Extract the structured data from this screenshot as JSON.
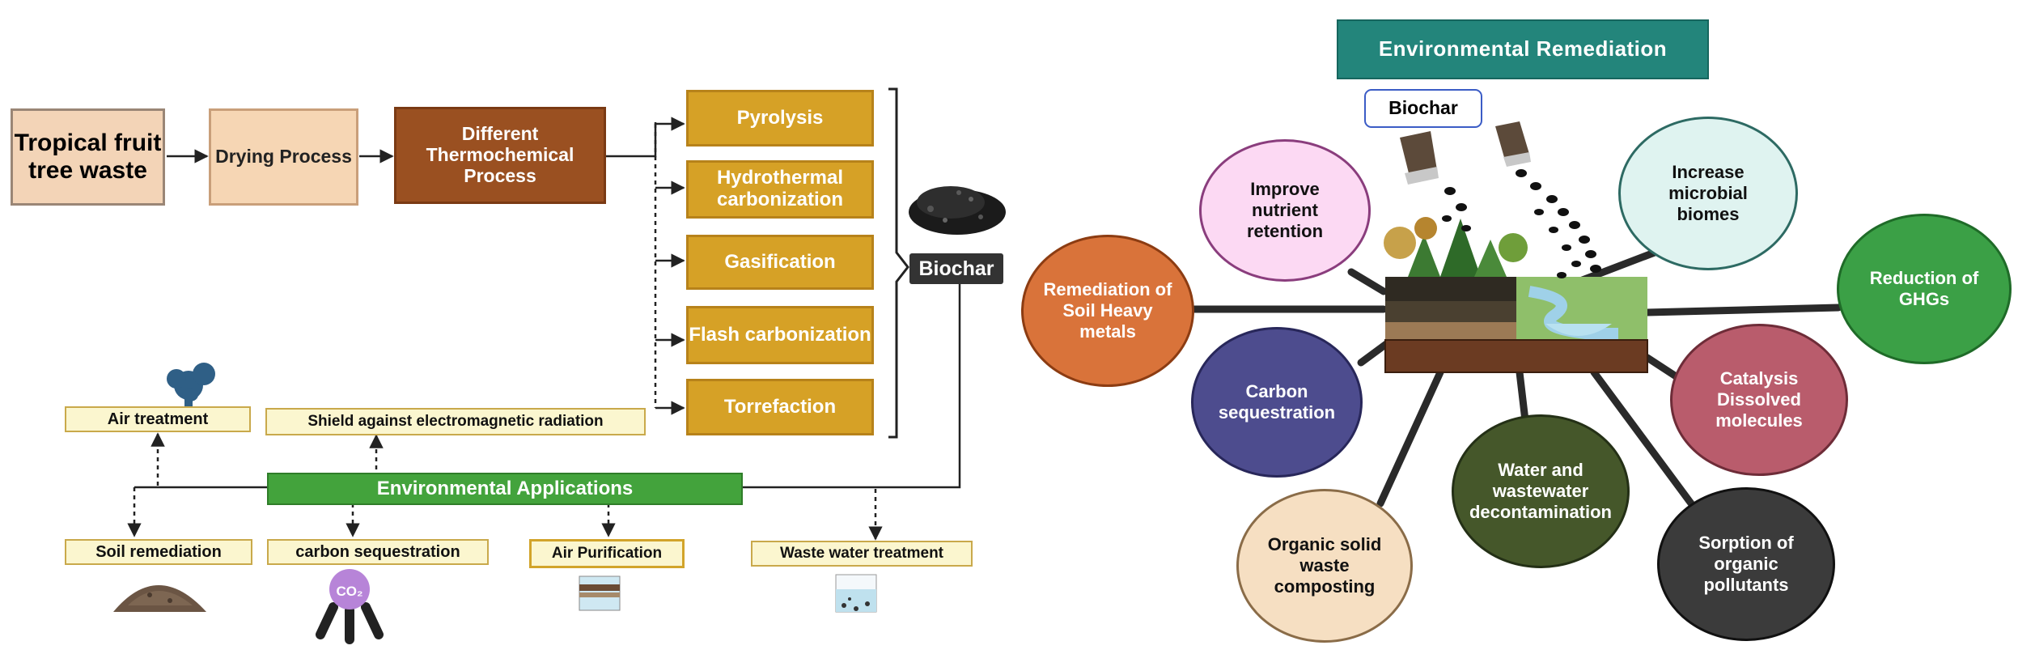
{
  "flow": {
    "source": "Tropical fruit tree waste",
    "drying": "Drying Process",
    "thermo": "Different Thermochemical Process",
    "processes": [
      "Pyrolysis",
      "Hydrothermal carbonization",
      "Gasification",
      "Flash carbonization",
      "Torrefaction"
    ],
    "biochar": "Biochar"
  },
  "applications": {
    "title": "Environmental Applications",
    "air_treatment": "Air treatment",
    "shield": "Shield against electromagnetic radiation",
    "soil_remediation": "Soil remediation",
    "carbon_sequestration": "carbon sequestration",
    "air_purification": "Air Purification",
    "waste_water": "Waste water treatment",
    "co2_label": "CO₂"
  },
  "remediation": {
    "title": "Environmental  Remediation",
    "biochar_tag": "Biochar",
    "benefits": [
      {
        "label": "Improve nutrient retention",
        "color": "#fcd9f3",
        "border": "#8a3d7d"
      },
      {
        "label": "Increase microbial biomes",
        "color": "#dff3f0",
        "border": "#2d6a63"
      },
      {
        "label": "Remediation of Soil Heavy metals",
        "color": "#d9733a",
        "border": "#8c3c12"
      },
      {
        "label": "Reduction of GHGs",
        "color": "#3ba046",
        "border": "#1f6b28"
      },
      {
        "label": "Carbon sequestration",
        "color": "#4d4c8e",
        "border": "#28275a"
      },
      {
        "label": "Catalysis Dissolved molecules",
        "color": "#b95c6c",
        "border": "#6e2c38"
      },
      {
        "label": "Water and wastewater decontamination",
        "color": "#45572a",
        "border": "#243016"
      },
      {
        "label": "Organic solid waste composting",
        "color": "#f6dfc2",
        "border": "#8a6c48"
      },
      {
        "label": "Sorption of organic pollutants",
        "color": "#3b3b3b",
        "border": "#111111"
      }
    ]
  }
}
